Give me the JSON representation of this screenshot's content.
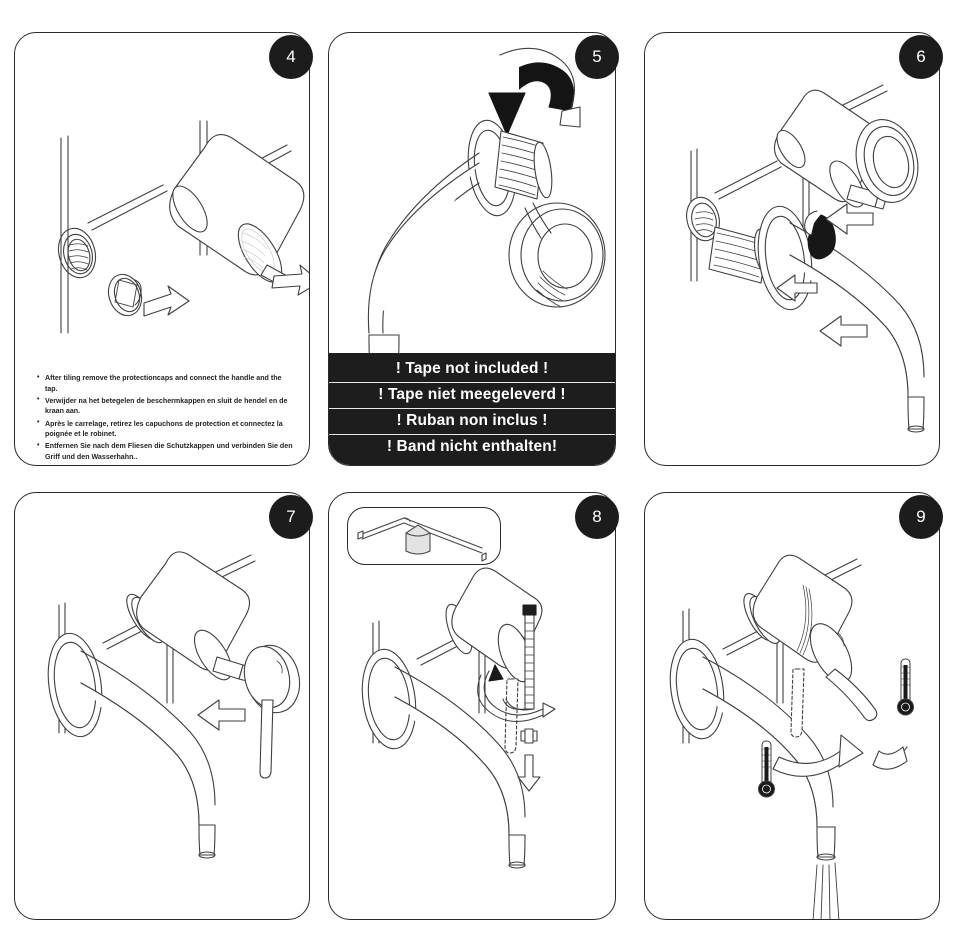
{
  "document": {
    "type": "installation-instruction-sheet",
    "subject": "Wall-mounted basin mixer tap installation",
    "rows": 2,
    "columns": 3
  },
  "panels": [
    {
      "id": "panel-4",
      "number": "4",
      "title": "Remove protection caps and connect handle and tap",
      "illustration": "wall-outlet-threaded-connector-protection-cap-removal-and-valve-body",
      "caption_lines": [
        "After tiling remove the protectioncaps and connect the handle and the tap.",
        "Verwijder na het betegelen de beschermkappen en sluit de hendel en de kraan aan.",
        "Après le carrelage, retirez les capuchons de protection et connectez la poignée et le robinet.",
        "Entfernen Sie nach dem Fliesen die Schutzkappen und verbinden Sie den Griff und den Wasserhahn.."
      ]
    },
    {
      "id": "panel-5",
      "number": "5",
      "title": "Wrap PTFE tape on spout thread",
      "illustration": "spout-with-threaded-end-ptfe-tape-roll-and-black-rotation-arrow",
      "warning_lines": [
        "! Tape not included !",
        "! Tape niet meegeleverd !",
        "! Ruban non inclus !",
        "! Band nicht enthalten!"
      ]
    },
    {
      "id": "panel-6",
      "number": "6",
      "title": "Fit spout and cover ring onto wall outlets",
      "illustration": "exploded-view-spout-escutcheon-cartridge-body-and-cover-ring-with-three-arrows"
    },
    {
      "id": "panel-7",
      "number": "7",
      "title": "Push lever handle onto cartridge spindle",
      "illustration": "assembled-tap-with-lever-handle-and-push-on-arrow"
    },
    {
      "id": "panel-8",
      "number": "8",
      "title": "Tighten grub screw with hex key",
      "illustration": "tap-with-hex-key-tightening-grub-screw-rotation-and-insert-arrows",
      "tool_inset": {
        "tool": "hex-key",
        "part": "grub-screw"
      }
    },
    {
      "id": "panel-9",
      "number": "9",
      "title": "Operate lever: temperature and flow",
      "illustration": "finished-tap-running-water-with-two-thermometers-and-lever-rotation-arrows",
      "indicators": [
        "thermometer-cold",
        "thermometer-hot"
      ]
    }
  ],
  "colors": {
    "badge_background": "#1c1c1c",
    "badge_text": "#ffffff",
    "panel_border": "#2b2b2b",
    "banner_background": "#1d1d1d",
    "banner_text": "#ffffff",
    "line_art": "#3a3a3a",
    "page_background": "#ffffff"
  }
}
